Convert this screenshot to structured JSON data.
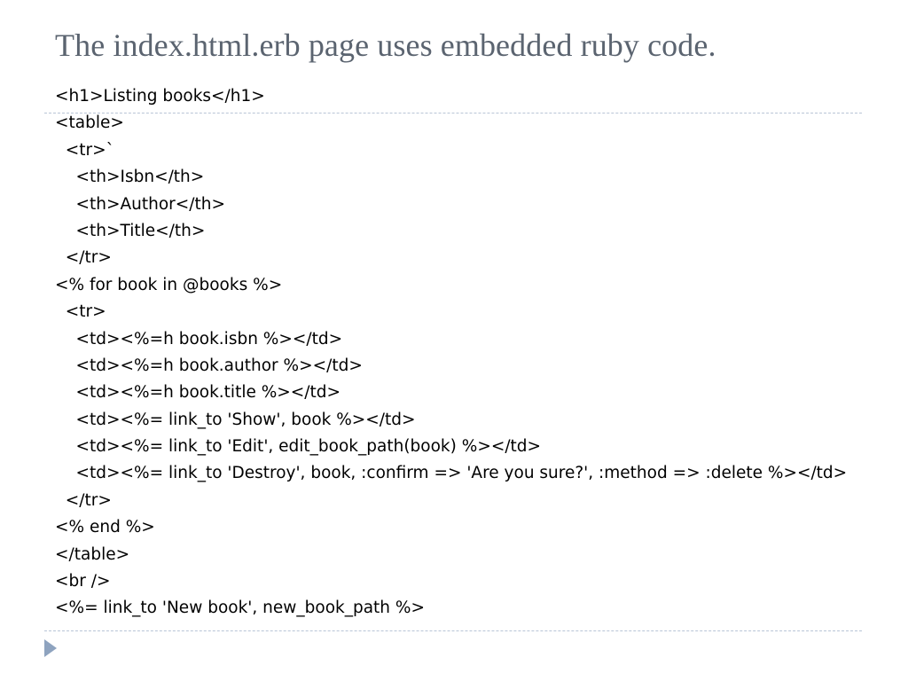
{
  "slide": {
    "title": "The index.html.erb page uses embedded ruby code.",
    "code_lines": [
      "<h1>Listing books</h1>",
      "<table>",
      "  <tr>`",
      "    <th>Isbn</th>",
      "    <th>Author</th>",
      "    <th>Title</th>",
      "  </tr>",
      "<% for book in @books %>",
      "  <tr>",
      "    <td><%=h book.isbn %></td>",
      "    <td><%=h book.author %></td>",
      "    <td><%=h book.title %></td>",
      "    <td><%= link_to 'Show', book %></td>",
      "    <td><%= link_to 'Edit', edit_book_path(book) %></td>",
      "    <td><%= link_to 'Destroy', book, :confirm => 'Are you sure?', :method => :delete %></td>",
      "  </tr>",
      "<% end %>",
      "</table>",
      "<br />",
      "<%= link_to 'New book', new_book_path %>"
    ]
  },
  "colors": {
    "title": "#5b6470",
    "divider": "#b8c4d6",
    "bullet": "#8ea3bf"
  },
  "icons": {
    "footer": "triangle-bullet-icon"
  }
}
